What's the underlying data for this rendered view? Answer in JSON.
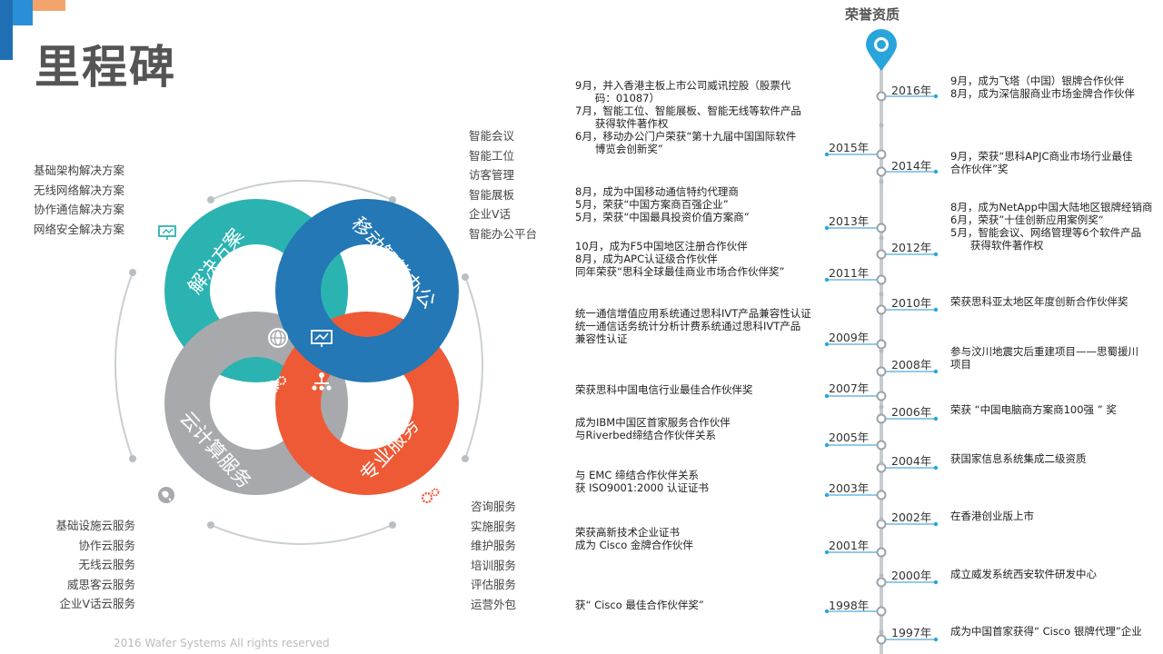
{
  "title": "里程碑",
  "footer": "2016 Wafer Systems  All rights reserved",
  "diagram": {
    "ring_solution": "解决方案",
    "ring_mobile": "移动智能办公",
    "ring_cloud": "云计算服务",
    "ring_pro": "专业服务",
    "colors": {
      "teal": "#2bb3b1",
      "blue": "#2378b5",
      "gray": "#a7a9ac",
      "orange": "#ee5a36"
    }
  },
  "groups": {
    "solutions": [
      "基础架构解决方案",
      "无线网络解决方案",
      "协作通信解决方案",
      "网络安全解决方案"
    ],
    "mobile": [
      "智能会议",
      "智能工位",
      "访客管理",
      "智能展板",
      "企业V话",
      "智能办公平台"
    ],
    "cloud": [
      "基础设施云服务",
      "协作云服务",
      "无线云服务",
      "威思客云服务",
      "企业V话云服务"
    ],
    "professional": [
      "咨询服务",
      "实施服务",
      "维护服务",
      "培训服务",
      "评估服务",
      "运营外包"
    ]
  },
  "timeline": {
    "heading": "荣誉资质",
    "left": [
      {
        "year": "2015年",
        "text": "9月，并入香港主板上市公司威讯控股（股票代\n      码：01087）\n7月，智能工位、智能展板、智能无线等软件产品\n      获得软件著作权\n6月，移动办公门户荣获“第十九届中国国际软件\n      博览会创新奖”"
      },
      {
        "year": "2013年",
        "text": "8月，成为中国移动通信特约代理商\n5月，荣获“中国方案商百强企业”\n5月，荣获“中国最具投资价值方案商”"
      },
      {
        "year": "2011年",
        "text": "10月，成为F5中国地区注册合作伙伴\n8月，成为APC认证级合作伙伴\n同年荣获“思科全球最佳商业市场合作伙伴奖”"
      },
      {
        "year": "2009年",
        "text": "统一通信增值应用系统通过思科IVT产品兼容性认证\n统一通信话务统计分析计费系统通过思科IVT产品\n兼容性认证"
      },
      {
        "year": "2007年",
        "text": "荣获思科中国电信行业最佳合作伙伴奖"
      },
      {
        "year": "2005年",
        "text": "成为IBM中国区首家服务合作伙伴\n与Riverbed缔结合作伙伴关系"
      },
      {
        "year": "2003年",
        "text": "与 EMC 缔结合作伙伴关系\n获 ISO9001:2000 认证证书"
      },
      {
        "year": "2001年",
        "text": "荣获高新技术企业证书\n成为 Cisco 金牌合作伙伴"
      },
      {
        "year": "1998年",
        "text": "获“ Cisco 最佳合作伙伴奖”"
      }
    ],
    "right": [
      {
        "year": "2016年",
        "text": "9月，成为飞塔（中国）银牌合作伙伴\n8月，成为深信服商业市场金牌合作伙伴"
      },
      {
        "year": "2014年",
        "text": "9月，荣获“思科APJC商业市场行业最佳\n合作伙伴”奖"
      },
      {
        "year": "2012年",
        "text": "8月，成为NetApp中国大陆地区银牌经销商\n6月，荣获”十佳创新应用案例奖“\n5月，智能会议、网络管理等6个软件产品\n      获得软件著作权"
      },
      {
        "year": "2010年",
        "text": "荣获思科亚太地区年度创新合作伙伴奖"
      },
      {
        "year": "2008年",
        "text": "参与汶川地震灾后重建项目——思蜀援川\n项目"
      },
      {
        "year": "2006年",
        "text": "荣获 “中国电脑商方案商100强 ” 奖"
      },
      {
        "year": "2004年",
        "text": "获国家信息系统集成二级资质"
      },
      {
        "year": "2002年",
        "text": "在香港创业版上市"
      },
      {
        "year": "2000年",
        "text": "成立威发系统西安软件研发中心"
      },
      {
        "year": "1997年",
        "text": "成为中国首家获得“ Cisco 银牌代理”企业"
      }
    ]
  }
}
